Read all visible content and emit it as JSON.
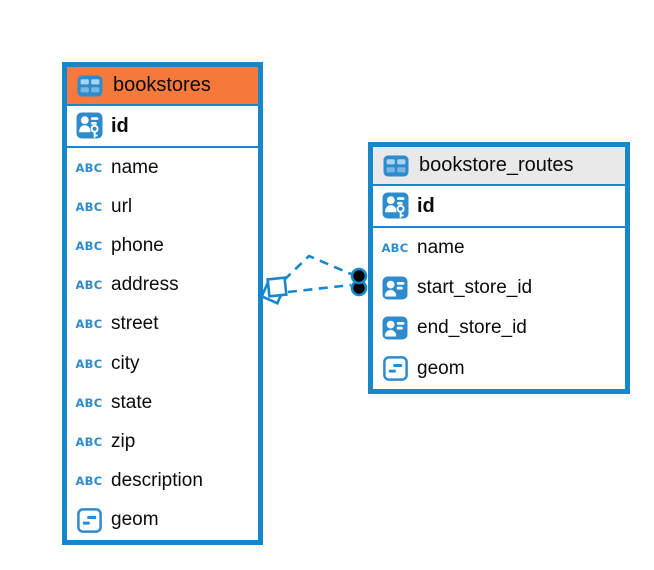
{
  "diagram": {
    "tables": [
      {
        "name": "bookstores",
        "header_color": "#f7793c",
        "icon": "table",
        "primary_key": {
          "name": "id",
          "icon": "pk"
        },
        "fields": [
          {
            "name": "name",
            "icon": "abc"
          },
          {
            "name": "url",
            "icon": "abc"
          },
          {
            "name": "phone",
            "icon": "abc"
          },
          {
            "name": "address",
            "icon": "abc"
          },
          {
            "name": "street",
            "icon": "abc"
          },
          {
            "name": "city",
            "icon": "abc"
          },
          {
            "name": "state",
            "icon": "abc"
          },
          {
            "name": "zip",
            "icon": "abc"
          },
          {
            "name": "description",
            "icon": "abc"
          },
          {
            "name": "geom",
            "icon": "geom"
          }
        ]
      },
      {
        "name": "bookstore_routes",
        "header_color": "#e9e9e9",
        "icon": "table",
        "primary_key": {
          "name": "id",
          "icon": "pk"
        },
        "fields": [
          {
            "name": "name",
            "icon": "abc"
          },
          {
            "name": "start_store_id",
            "icon": "ref"
          },
          {
            "name": "end_store_id",
            "icon": "ref"
          },
          {
            "name": "geom",
            "icon": "geom"
          }
        ]
      }
    ],
    "connector": {
      "style": "dashed",
      "source_marker": "diamond",
      "target_marker": "filled-circle",
      "links": 2
    },
    "colors": {
      "accent": "#1787cb",
      "icon_blue": "#2f8ccc",
      "text": "#0b0b0b",
      "background": "#ffffff",
      "marker_fill": "#000000"
    }
  }
}
